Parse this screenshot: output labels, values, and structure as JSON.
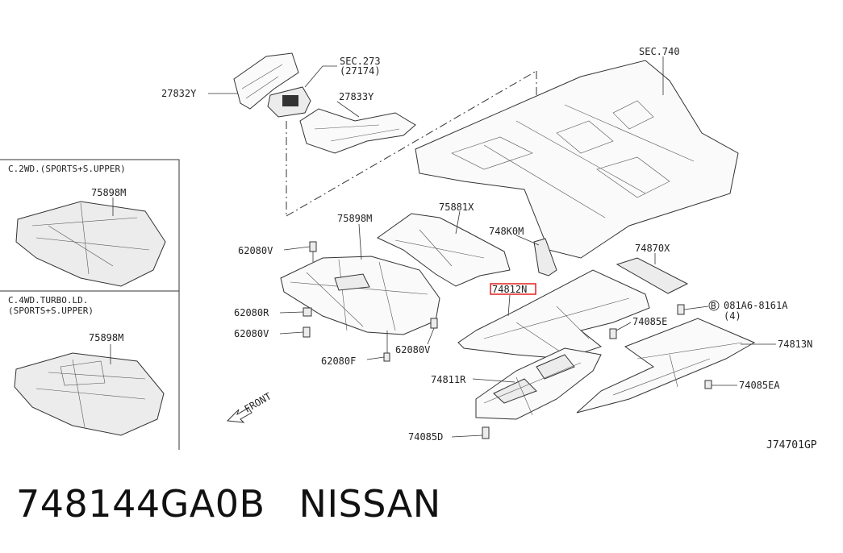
{
  "inset_boxes": [
    {
      "title": "C.2WD.(SPORTS+S.UPPER)",
      "part": "75898M"
    },
    {
      "title_line1": "C.4WD.TURBO.LD.",
      "title_line2": "(SPORTS+S.UPPER)",
      "part": "75898M"
    }
  ],
  "callouts": {
    "sec273": "SEC.273",
    "sec273_sub": "(27174)",
    "sec740": "SEC.740",
    "p27832Y": "27832Y",
    "p27833Y": "27833Y",
    "p75898M": "75898M",
    "p75881X": "75881X",
    "p748K0M": "748K0M",
    "p74870X": "74870X",
    "p74812N": "74812N",
    "p62080V_a": "62080V",
    "p62080R": "62080R",
    "p62080V_b": "62080V",
    "p62080F": "62080F",
    "p62080V_c": "62080V",
    "p081A6_mark": "B",
    "p081A6": "081A6-8161A",
    "p081A6_qty": "(4)",
    "p74085E": "74085E",
    "p74813N": "74813N",
    "p74811R": "74811R",
    "p74085EA": "74085EA",
    "p74085D": "74085D",
    "front": "FRONT",
    "diagram_id": "J74701GP"
  },
  "highlight_color": "#e02020",
  "caption": {
    "part_number": "748144GA0B",
    "brand": "NISSAN"
  }
}
